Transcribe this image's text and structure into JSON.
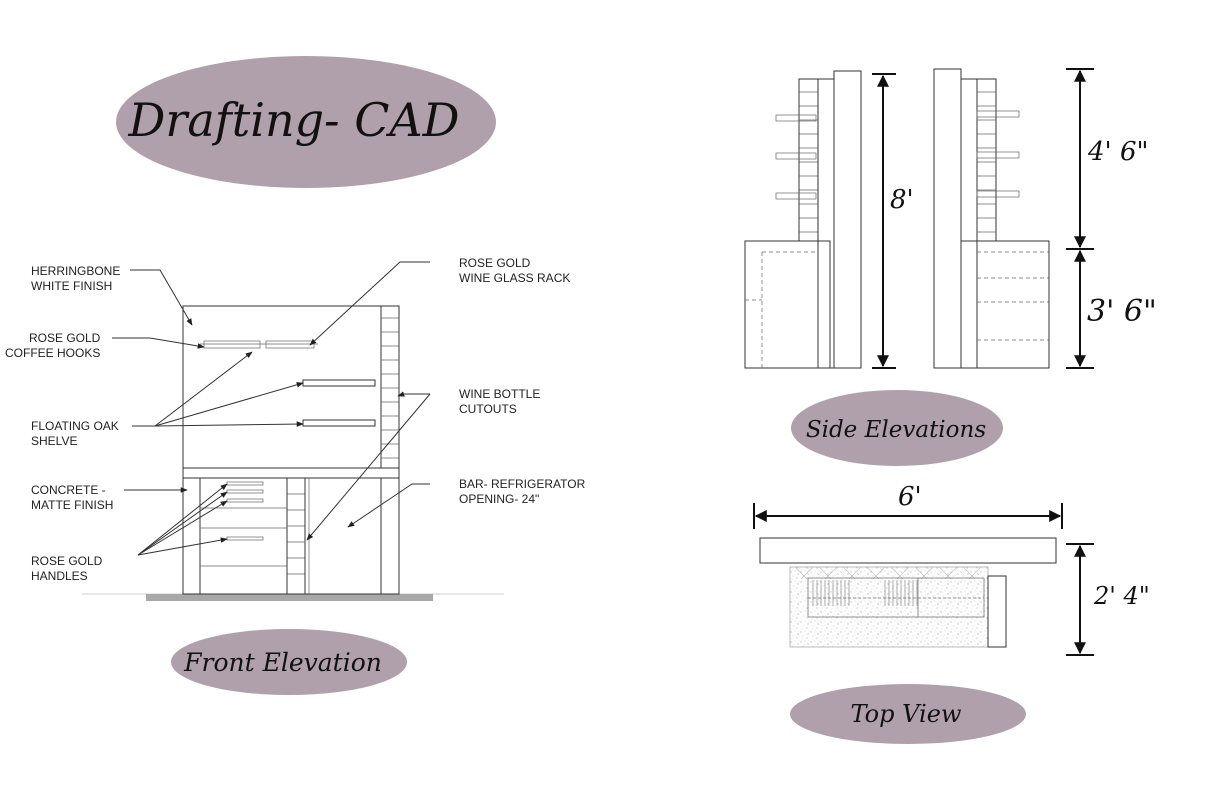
{
  "title": "Drafting- CAD",
  "views": {
    "front": "Front Elevation",
    "side": "Side Elevations",
    "top": "Top View"
  },
  "labels": {
    "herringbone": [
      "HERRINGBONE",
      "WHITE FINISH"
    ],
    "coffee_hooks": [
      "ROSE GOLD",
      "COFFEE HOOKS"
    ],
    "shelves": [
      "FLOATING OAK",
      "SHELVE"
    ],
    "concrete": [
      "CONCRETE -",
      "MATTE FINISH"
    ],
    "handles": [
      "ROSE GOLD",
      "HANDLES"
    ],
    "wine_rack": [
      "ROSE GOLD",
      "WINE GLASS RACK"
    ],
    "wine_cutouts": [
      "WINE BOTTLE",
      "CUTOUTS"
    ],
    "fridge": [
      "BAR- REFRIGERATOR",
      "OPENING- 24\""
    ]
  },
  "dimensions": {
    "height": "8'",
    "upper": "4' 6\"",
    "lower": "3' 6\"",
    "width": "6'",
    "depth": "2' 4\""
  },
  "colors": {
    "badge": "#b0a0ac",
    "floor": "#a8a8a8"
  }
}
